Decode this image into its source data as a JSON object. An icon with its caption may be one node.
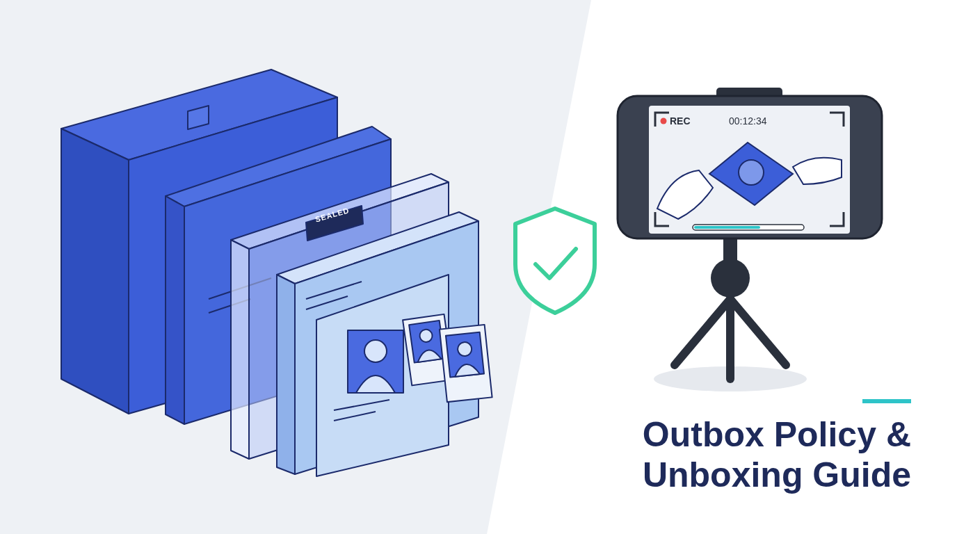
{
  "diagram": {
    "title": "Outbox Policy & Unboxing Guide",
    "labels": [
      "SEALED",
      "REC",
      "00:12:34"
    ]
  }
}
